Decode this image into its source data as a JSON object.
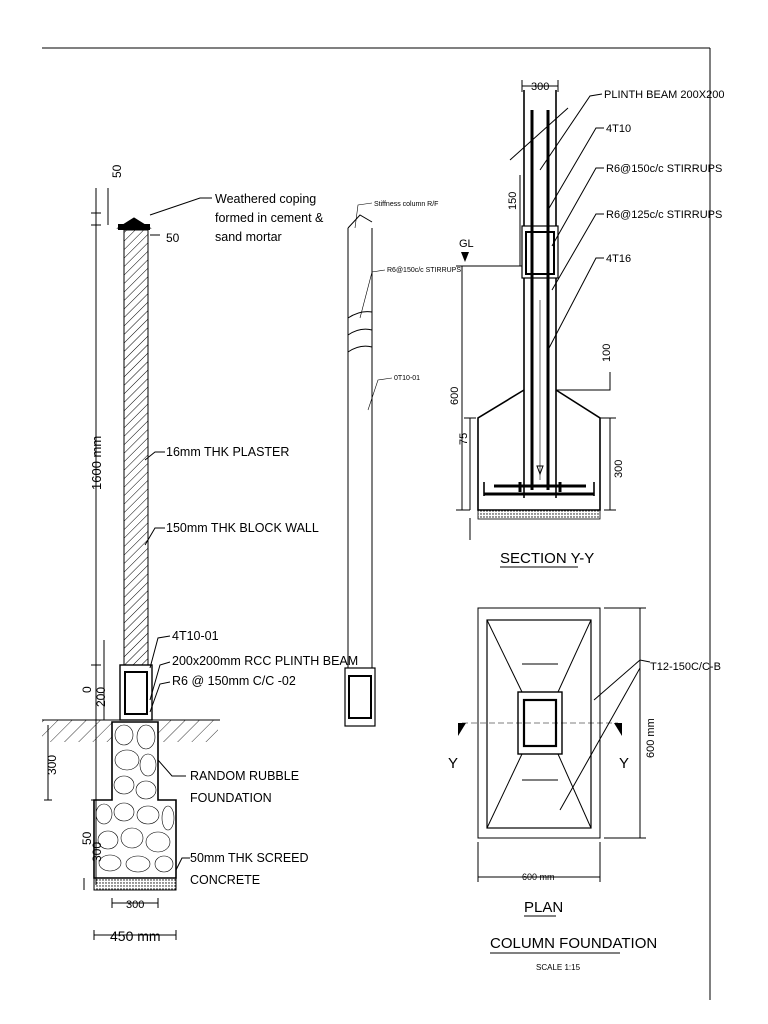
{
  "wall_section": {
    "dimensions": {
      "coping_height": "50",
      "coping_projection": "50",
      "wall_height": "1600 mm",
      "beam_level": "0",
      "beam_depth": "200",
      "foundation_depth": "300",
      "screed_depth": "50",
      "rubble_step": "300",
      "footing_inner_width": "300",
      "footing_width": "450 mm"
    },
    "labels": {
      "coping_line1": "Weathered coping",
      "coping_line2": "formed in cement &",
      "coping_line3": "sand mortar",
      "plaster": "16mm THK PLASTER",
      "block_wall": "150mm THK BLOCK WALL",
      "rebar": "4T10-01",
      "plinth_beam": "200x200mm RCC PLINTH BEAM",
      "stirrups": "R6 @ 150mm C/C -02",
      "rubble_line1": "RANDOM RUBBLE",
      "rubble_line2": "FOUNDATION",
      "screed_line1": "50mm THK SCREED",
      "screed_line2": "CONCRETE"
    }
  },
  "column_detail": {
    "labels": {
      "column_rf": "Stiffness column R/F",
      "stirrups": "R6@150c/c STIRRUPS",
      "bars": "0T10-01"
    }
  },
  "section_yy": {
    "title": "SECTION Y-Y",
    "dimensions": {
      "column_width": "300",
      "above_gl": "150",
      "footing_depth_total": "600",
      "footing_slope": "75",
      "footing_edge": "300",
      "step": "100"
    },
    "labels": {
      "gl": "GL",
      "plinth_beam": "PLINTH BEAM 200X200",
      "bars_4t10": "4T10",
      "stirrups_150": "R6@150c/c STIRRUPS",
      "stirrups_125": "R6@125c/c STIRRUPS",
      "bars_4t16": "4T16"
    }
  },
  "plan": {
    "title": "PLAN",
    "subtitle": "COLUMN FOUNDATION",
    "scale": "SCALE 1:15",
    "labels": {
      "reinforcement": "T12-150C/C-B",
      "width": "600 mm",
      "height": "600 mm",
      "section_mark_left": "Y",
      "section_mark_right": "Y"
    }
  }
}
